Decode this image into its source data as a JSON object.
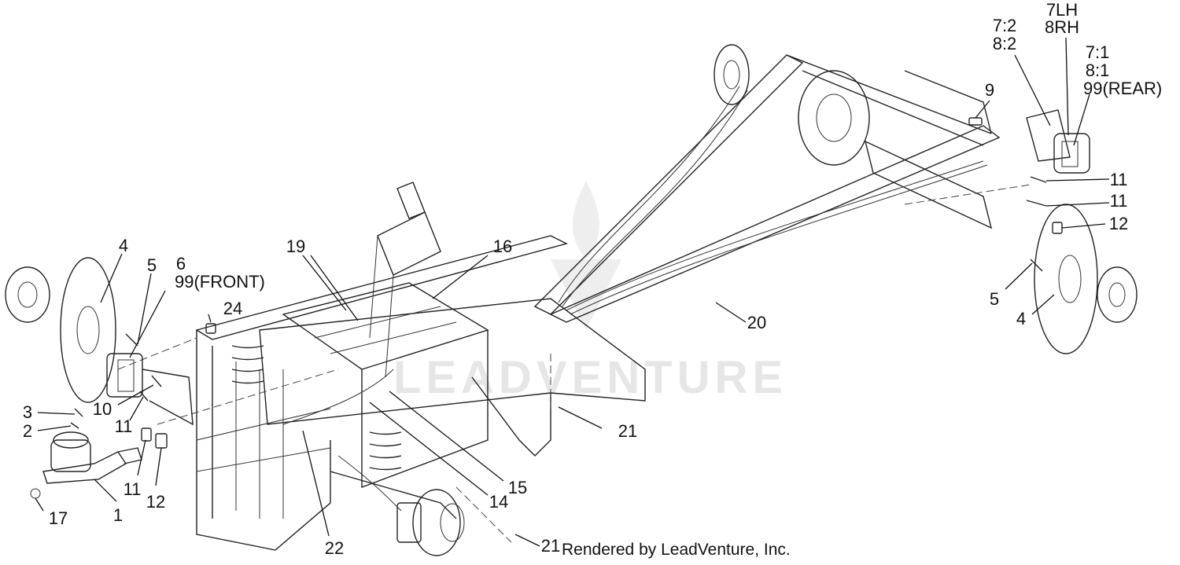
{
  "watermark": "LEADVENTURE",
  "credit": "Rendered by LeadVenture, Inc.",
  "callouts": {
    "c1": "1",
    "c2": "2",
    "c3": "3",
    "c4_front": "4",
    "c5_front": "5",
    "c6": "6",
    "c99_front": "99(FRONT)",
    "c9": "9",
    "c10": "10",
    "c11_front_a": "11",
    "c11_front_b": "11",
    "c12_front": "12",
    "c14": "14",
    "c15": "15",
    "c16": "16",
    "c17": "17",
    "c19": "19",
    "c20": "20",
    "c21_mid": "21",
    "c21_bottom": "21",
    "c22": "22",
    "c24": "24",
    "c7_2": "7:2",
    "c8_2": "8:2",
    "c7lh": "7LH",
    "c8rh": "8RH",
    "c7_1": "7:1",
    "c8_1": "8:1",
    "c99_rear": "99(REAR)",
    "c11_rear_a": "11",
    "c11_rear_b": "11",
    "c12_rear": "12",
    "c5_rear": "5",
    "c4_rear": "4"
  }
}
